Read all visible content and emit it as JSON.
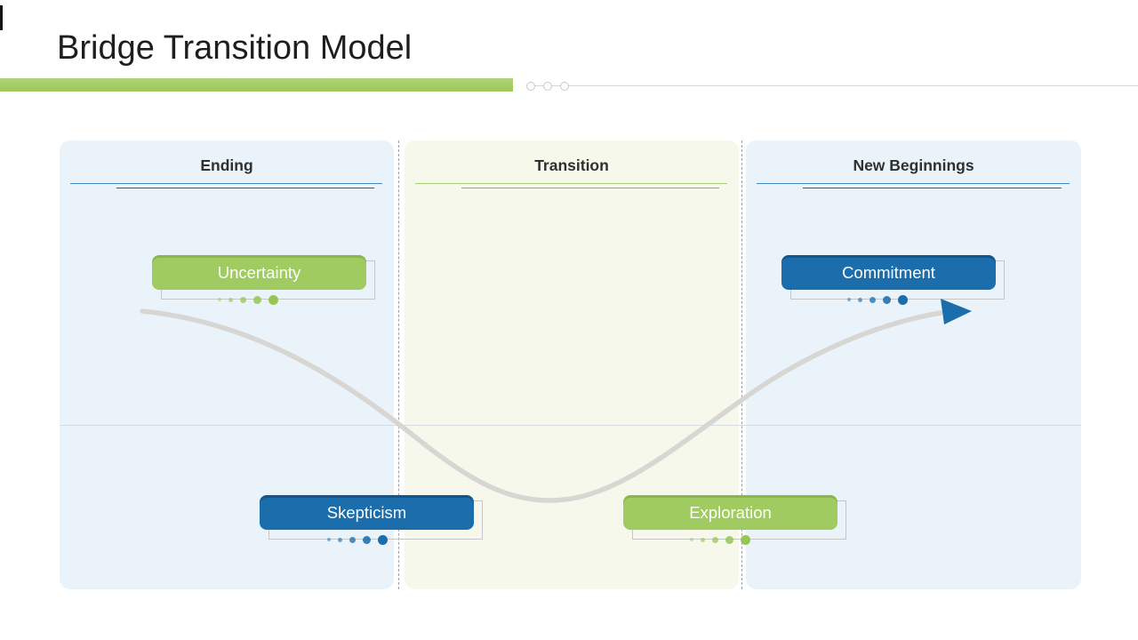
{
  "header": {
    "title": "Bridge Transition Model"
  },
  "stepper": {
    "circle_count": 3
  },
  "columns": [
    {
      "label": "Ending",
      "theme": "blue"
    },
    {
      "label": "Transition",
      "theme": "green"
    },
    {
      "label": "New Beginnings",
      "theme": "blue"
    }
  ],
  "stages": [
    {
      "label": "Uncertainty",
      "theme": "green"
    },
    {
      "label": "Commitment",
      "theme": "blue"
    },
    {
      "label": "Skepticism",
      "theme": "blue"
    },
    {
      "label": "Exploration",
      "theme": "green"
    }
  ],
  "colors": {
    "accent_green": "#9fcb61",
    "accent_blue": "#1b6dac",
    "title_accent_bar": "#a4cd65",
    "panel_blue_bg": "#eaf3fa",
    "panel_green_bg": "#f5f8ea",
    "curve_gray": "#d8d6d2",
    "bracket_gray": "#c6c6c6",
    "title_text": "#1e1e1e",
    "box_text": "#ffffff"
  }
}
